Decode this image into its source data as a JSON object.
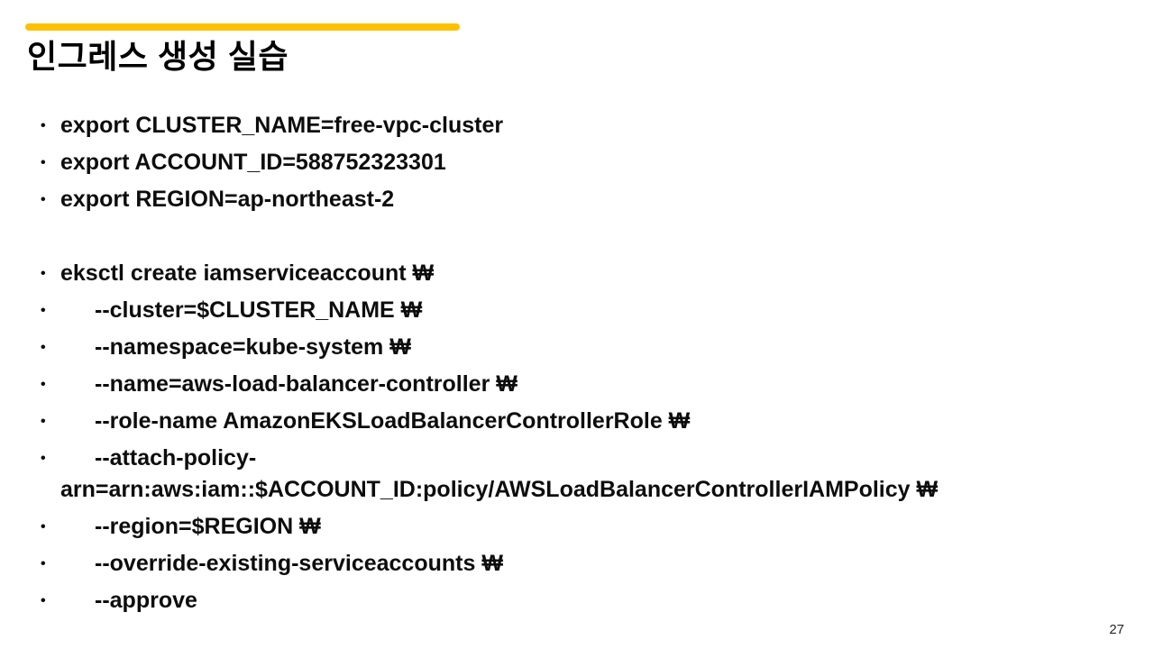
{
  "slide": {
    "title": "인그레스 생성 실습",
    "page_number": "27"
  },
  "colors": {
    "accent_bar": "#FFC000",
    "body_text": "#0d0d0d"
  },
  "bullet_marker": "•",
  "bullets": [
    {
      "type": "item",
      "level": 1,
      "text": "export CLUSTER_NAME=free-vpc-cluster"
    },
    {
      "type": "item",
      "level": 1,
      "text": "export ACCOUNT_ID=588752323301"
    },
    {
      "type": "item",
      "level": 1,
      "text": "export REGION=ap-northeast-2"
    },
    {
      "type": "spacer"
    },
    {
      "type": "item",
      "level": 1,
      "text": "eksctl create iamserviceaccount ₩"
    },
    {
      "type": "item",
      "level": 2,
      "text": "--cluster=$CLUSTER_NAME ₩"
    },
    {
      "type": "item",
      "level": 2,
      "text": "--namespace=kube-system ₩"
    },
    {
      "type": "item",
      "level": 2,
      "text": "--name=aws-load-balancer-controller ₩"
    },
    {
      "type": "item",
      "level": 2,
      "text": "--role-name AmazonEKSLoadBalancerControllerRole ₩"
    },
    {
      "type": "item",
      "level": 2,
      "text": "--attach-policy-\narn=arn:aws:iam::$ACCOUNT_ID:policy/AWSLoadBalancerControllerIAMPolicy ₩"
    },
    {
      "type": "item",
      "level": 2,
      "text": "--region=$REGION ₩"
    },
    {
      "type": "item",
      "level": 2,
      "text": "--override-existing-serviceaccounts ₩"
    },
    {
      "type": "item",
      "level": 2,
      "text": "--approve"
    }
  ]
}
